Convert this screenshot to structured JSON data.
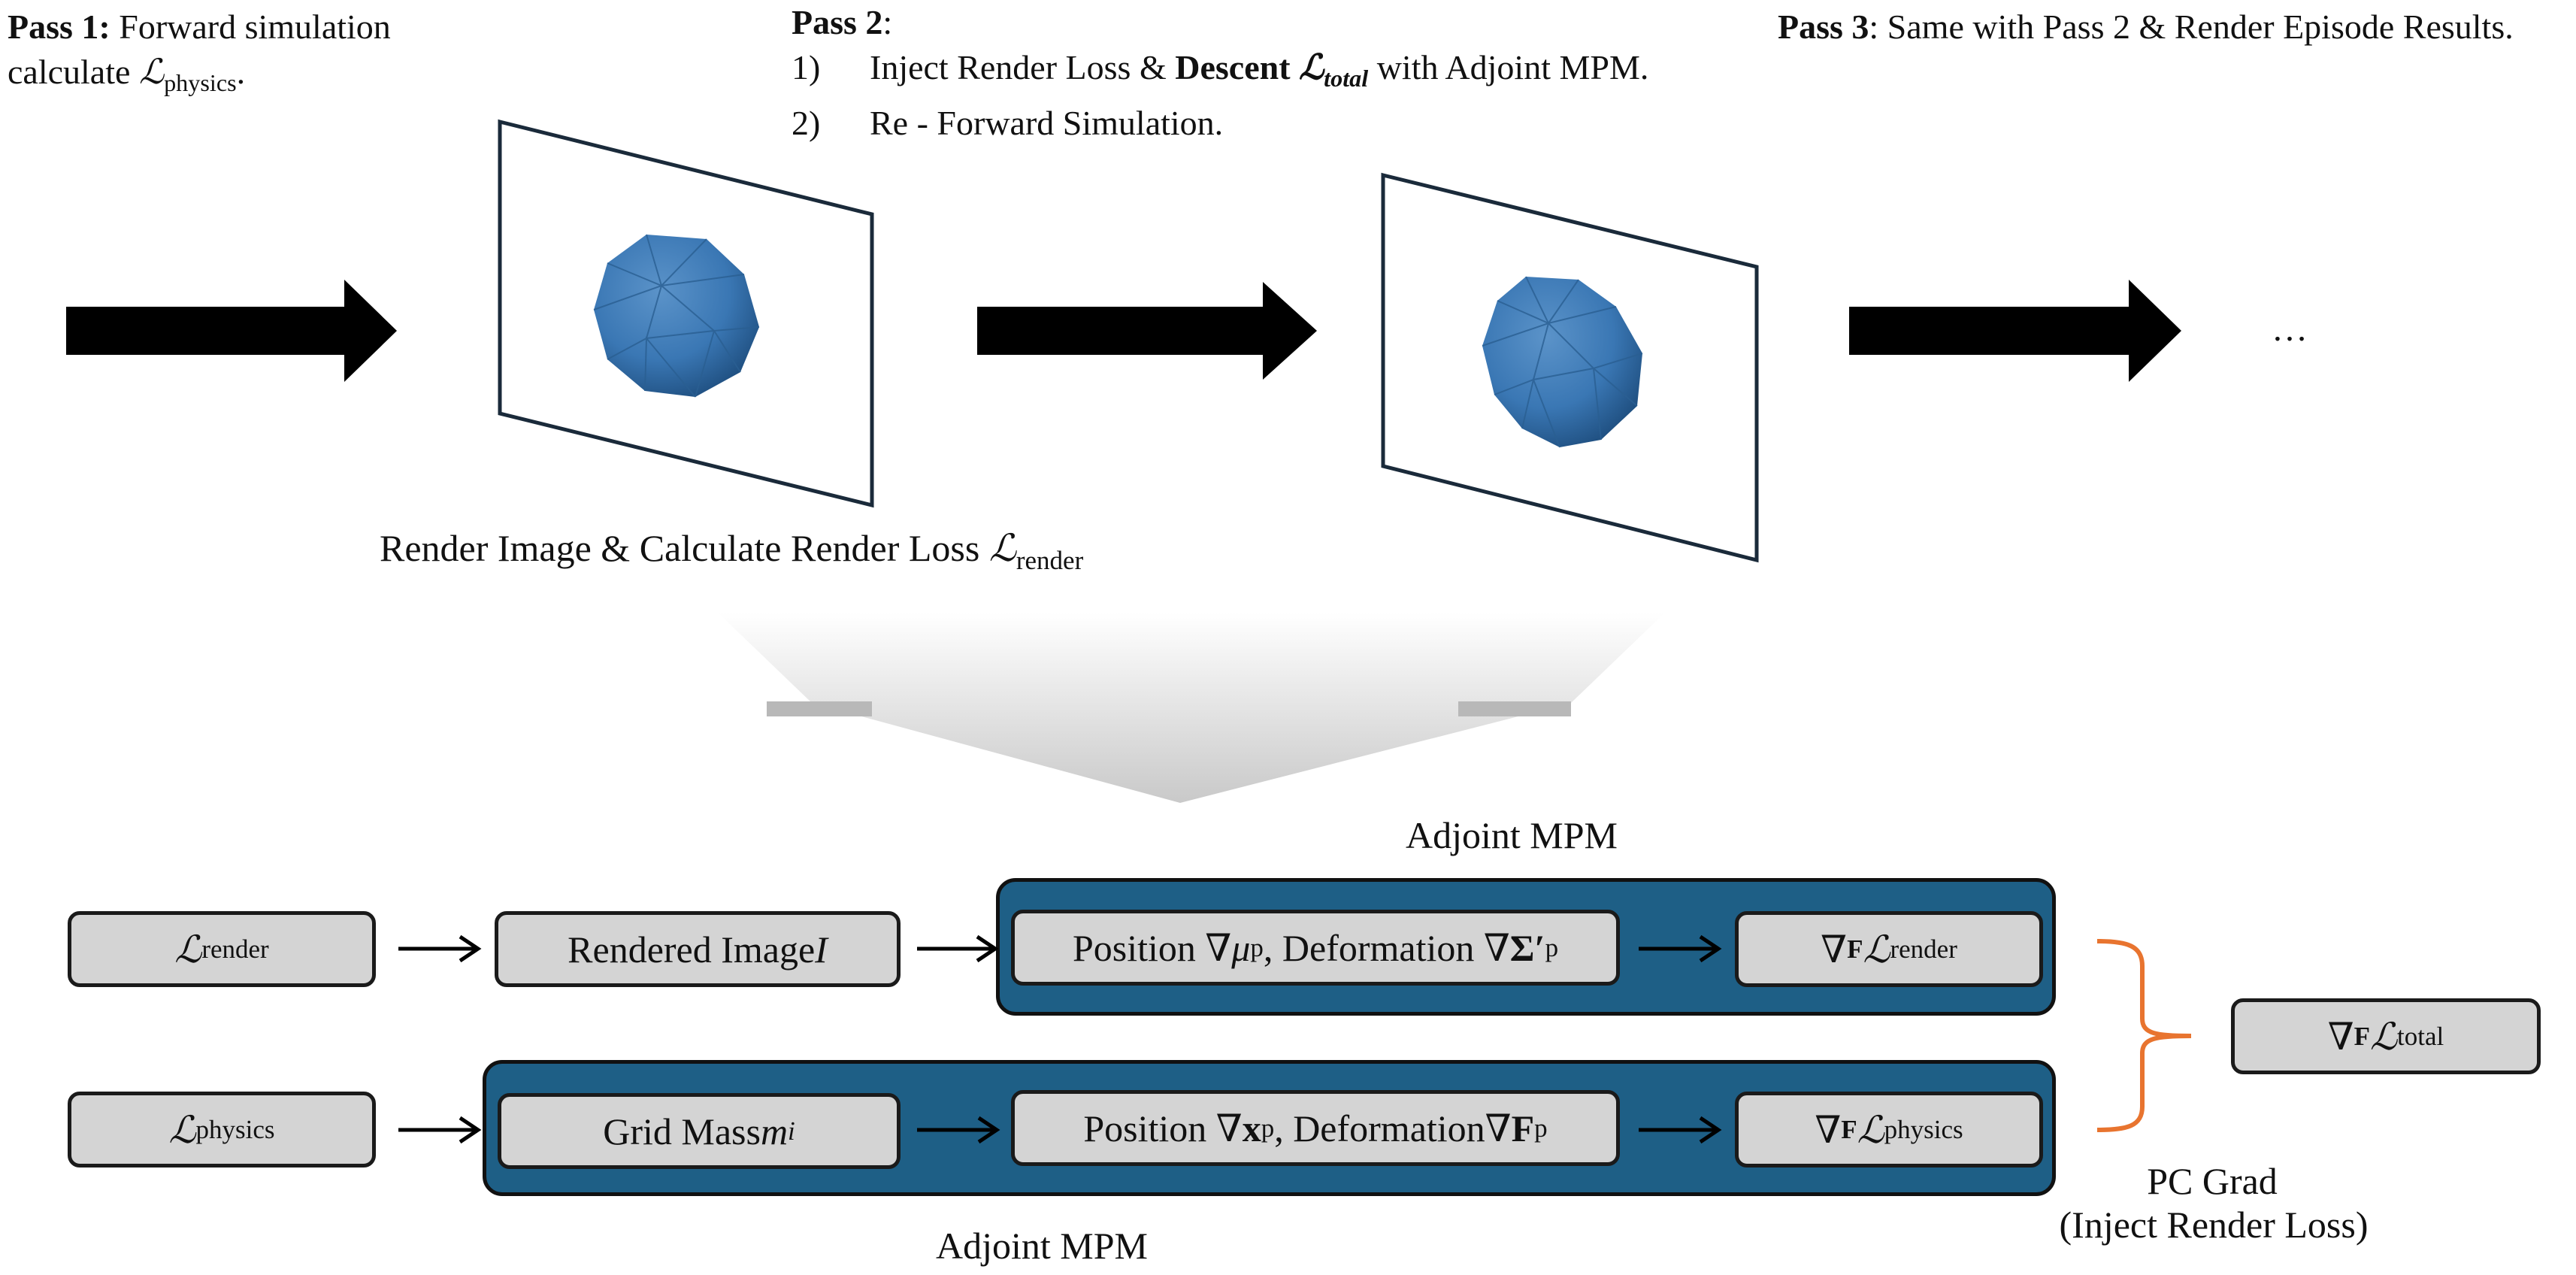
{
  "pass1": {
    "label": "Pass 1:",
    "line1": "Forward simulation",
    "line2_prefix": "calculate ",
    "line2_symbol": "ℒ",
    "line2_sub": "physics",
    "line2_suffix": "."
  },
  "pass2": {
    "label": "Pass 2",
    "colon": ":",
    "items": [
      {
        "num": "1)",
        "pre": "Inject Render Loss & ",
        "bold": "Descent ",
        "symbol": "ℒ",
        "sub": "total",
        "post": " with Adjoint MPM."
      },
      {
        "num": "2)",
        "text": "Re - Forward Simulation."
      }
    ]
  },
  "pass3": {
    "label": "Pass 3",
    "text": ": Same with Pass 2 & Render Episode Results."
  },
  "ellipsis": "…",
  "render_caption": {
    "text": "Render Image & Calculate Render Loss ",
    "symbol": "ℒ",
    "sub": "render"
  },
  "adjoint_top_label": "Adjoint MPM",
  "adjoint_bottom_label": "Adjoint MPM",
  "boxes": {
    "l_render": {
      "symbol": "ℒ",
      "sub": "render"
    },
    "rendered_image": {
      "text": "Rendered Image ",
      "var": "I"
    },
    "position_deformation_top": {
      "pre": "Position ∇",
      "mu": "μ",
      "mu_sub": "p",
      "mid": ", Deformation ∇",
      "sigma": "Σ′",
      "sigma_sub": "p"
    },
    "grad_render": {
      "nabla": "∇",
      "F": "F",
      "symbol": "ℒ",
      "sub": "render"
    },
    "l_physics": {
      "symbol": "ℒ",
      "sub": "physics"
    },
    "grid_mass": {
      "text": "Grid Mass ",
      "var": "m",
      "var_sub": "i"
    },
    "position_deformation_bottom": {
      "pre": "Position ∇",
      "x": "x",
      "x_sub": "p",
      "mid": ", Deformation∇",
      "F": "F",
      "F_sub": "p"
    },
    "grad_physics": {
      "nabla": "∇",
      "F": "F",
      "symbol": "ℒ",
      "sub": "physics"
    },
    "grad_total": {
      "nabla": "∇",
      "F": "F",
      "symbol": "ℒ",
      "sub": "total"
    }
  },
  "pc_grad": {
    "line1": "PC Grad",
    "line2": "(Inject Render Loss)"
  },
  "colors": {
    "adjoint_blue": "#1e5f86",
    "box_gray": "#d4d4d4",
    "brace_orange": "#e8742f",
    "sphere_blue": "#3a77b4"
  }
}
